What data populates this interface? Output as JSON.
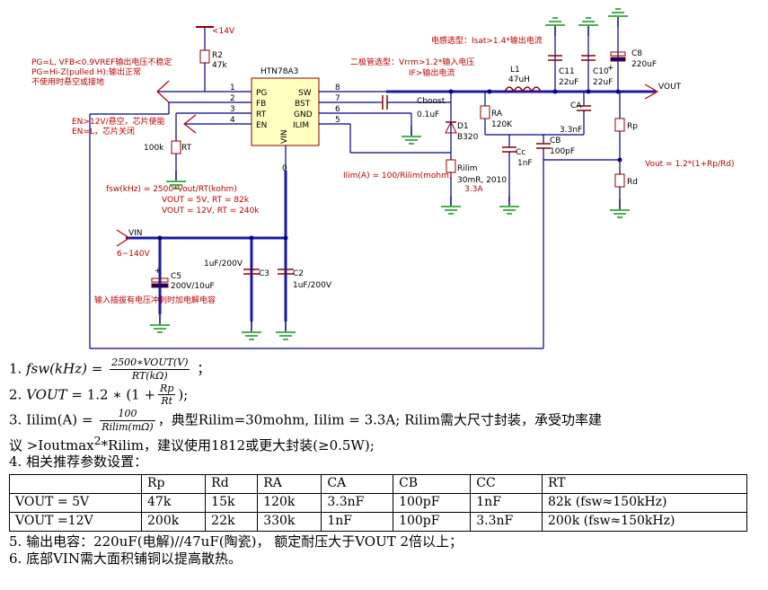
{
  "schematic": {
    "ic_name": "HTN78A3",
    "pins_left": [
      "PG",
      "FB",
      "RT",
      "EN"
    ],
    "pins_right": [
      "SW",
      "BST",
      "GND",
      "ILIM"
    ],
    "pin_nums_left": [
      "1",
      "2",
      "3",
      "4"
    ],
    "pin_nums_right": [
      "8",
      "7",
      "6",
      "5"
    ],
    "pin_vin": "VIN",
    "pin_vin_num": "0",
    "supply_14v": "<14V",
    "r2_name": "R2",
    "r2_value": "47k",
    "rt_value": "100k",
    "rt_name": "RT",
    "note_pg": [
      "PG=L, VFB<0.9VREF输出电压不稳定",
      "PG=Hi-Z(pulled H):输出正常",
      "不使用时悬空或接地"
    ],
    "note_en": [
      "EN>12V/悬空，芯片使能",
      "EN=L，芯片关闭"
    ],
    "note_fsw": [
      "fsw(kHz) = 2500*Vout/RT(kohm)",
      "VOUT = 5V, RT = 82k",
      "VOUT = 12V, RT = 240k"
    ],
    "note_diode": [
      "二极管选型：Vrrm>1.2*输入电压",
      "IF>输出电流"
    ],
    "note_inductor": "电感选型：Isat>1.4*输出电流",
    "cboost_name": "Cboost",
    "cboost_value": "0.1uF",
    "d1_name": "D1",
    "d1_part": "B320",
    "ilim_formula": "Ilim(A) = 100/Rilim(mohm)",
    "rilim_name": "Rilim",
    "rilim_value": "30mR, 2010",
    "rilim_current": "3.3A",
    "l1_name": "L1",
    "l1_value": "47uH",
    "ra_name": "RA",
    "ra_value": "120K",
    "ca_name": "CA",
    "ca_value": "3.3nF",
    "cb_name": "CB",
    "cb_value": "100pF",
    "cc_name": "Cc",
    "cc_value": "1nF",
    "c11_name": "C11",
    "c11_value": "22uF",
    "c10_name": "C10",
    "c10_value": "22uF",
    "c8_name": "C8",
    "c8_value": "220uF",
    "rp_name": "Rp",
    "rd_name": "Rd",
    "vout_label": "VOUT",
    "vout_formula": "Vout = 1.2*(1+Rp/Rd)",
    "vin_label": "VIN",
    "vin_range": "6~140V",
    "c5_name": "C5",
    "c5_value": "200V/10uF",
    "c3_name": "C3",
    "c3_value": "1uF/200V",
    "c2_name": "C2",
    "c2_value": "1uF/200V",
    "note_c5": "输入插拔有电压冲刺时加电解电容"
  },
  "notes": {
    "n1_prefix": "1.",
    "n1_lhs": "fsw(kHz) =",
    "n1_num": "2500∗VOUT(V)",
    "n1_den": "RT(kΩ)",
    "n1_suffix": "；",
    "n2_prefix": "2.",
    "n2_lhs": "VOUT",
    "n2_mid": "= 1.2 ∗ (1 +",
    "n2_num": "Rp",
    "n2_den": "Rt",
    "n2_suffix": ");",
    "n3_prefix": "3. Iilim(A) =",
    "n3_num": "100",
    "n3_den": "Rilim(mΩ)",
    "n3_text": "，典型Rilim=30mohm, Iilim = 3.3A; Rilim需大尺寸封装，承受功率建",
    "n3_line2_a": "议 >Ioutmax",
    "n3_line2_sup": "2",
    "n3_line2_b": "*Rilim，建议使用1812或更大封装(≥0.5W);",
    "n4": "4. 相关推荐参数设置：",
    "n5": "5. 输出电容：220uF(电解)//47uF(陶瓷)，  额定耐压大于VOUT 2倍以上；",
    "n6": "6. 底部VIN需大面积铺铜以提高散热。"
  },
  "table": {
    "headers": [
      "",
      "Rp",
      "Rd",
      "RA",
      "CA",
      "CB",
      "CC",
      "RT"
    ],
    "rows": [
      [
        "VOUT = 5V",
        "47k",
        "15k",
        "120k",
        "3.3nF",
        "100pF",
        "1nF",
        "82k (fsw≈150kHz)"
      ],
      [
        "VOUT =12V",
        "200k",
        "22k",
        "330k",
        "1nF",
        "100pF",
        "3.3nF",
        "200k (fsw≈150kHz)"
      ]
    ]
  },
  "colors": {
    "wire": "#00008b",
    "bus": "#1a1aa8",
    "red_text": "#c00000",
    "ground": "#4caf50",
    "ic_fill": "#ffffc0",
    "resistor_fill": "#ffffff"
  }
}
